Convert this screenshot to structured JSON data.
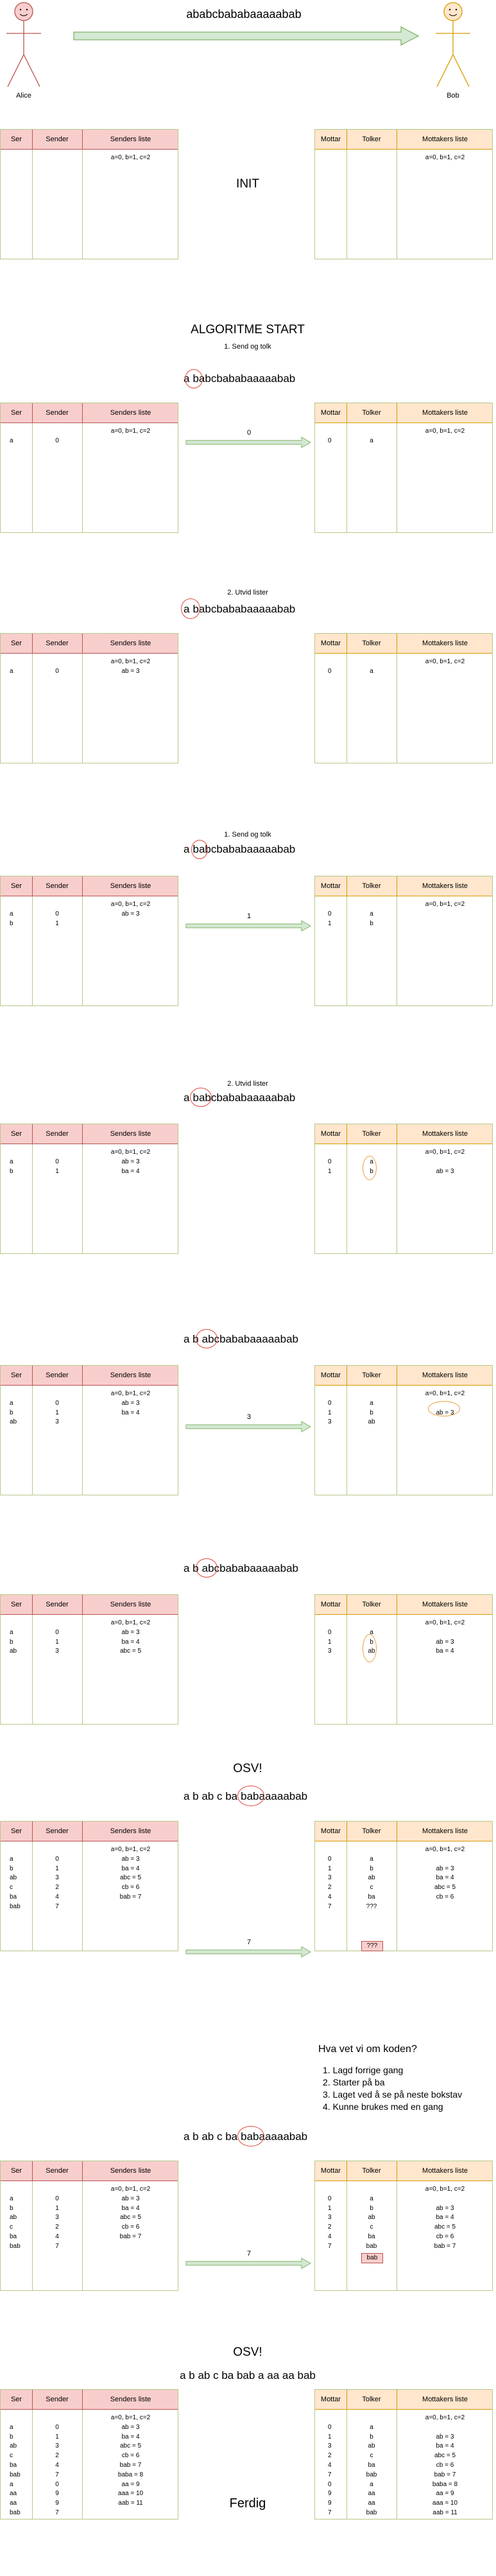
{
  "top": {
    "message": "ababcbababaaaaabab",
    "alice": "Alice",
    "bob": "Bob"
  },
  "headers": {
    "ser": "Ser",
    "sender": "Sender",
    "sliste": "Senders liste",
    "mottar": "Mottar",
    "tolker": "Tolker",
    "mliste": "Mottakers liste"
  },
  "init": {
    "label": "INIT",
    "sender_list": [
      "a=0, b=1, c=2"
    ],
    "receiver_list": [
      "a=0, b=1, c=2"
    ]
  },
  "alg": {
    "title": "ALGORITME START",
    "step": "1. Send og tolk"
  },
  "s1": {
    "msg_a": "a",
    "msg_b": "babcbababaaaaabab",
    "arrow": "0",
    "ser": [
      "a"
    ],
    "sender": [
      "0"
    ],
    "sl": [
      "a=0, b=1, c=2"
    ],
    "mottar": [
      "0"
    ],
    "tolker": [
      "a"
    ],
    "ml": [
      "a=0, b=1, c=2"
    ]
  },
  "s2": {
    "step": "2. Utvid lister",
    "msg_a": "a",
    "msg_b": "babcbababaaaaabab",
    "ser": [
      "a"
    ],
    "sender": [
      "0"
    ],
    "sl": [
      "a=0, b=1, c=2",
      "ab = 3"
    ],
    "mottar": [
      "0"
    ],
    "tolker": [
      "a"
    ],
    "ml": [
      "a=0, b=1, c=2"
    ]
  },
  "s3": {
    "step": "1. Send og tolk",
    "msg_a": "a",
    "msg_b": "b",
    "msg_c": "abcbababaaaaabab",
    "arrow": "1",
    "ser": [
      "a",
      "b"
    ],
    "sender": [
      "0",
      "1"
    ],
    "sl": [
      "a=0, b=1, c=2",
      "ab = 3"
    ],
    "mottar": [
      "0",
      "1"
    ],
    "tolker": [
      "a",
      "b"
    ],
    "ml": [
      "a=0, b=1, c=2"
    ]
  },
  "s4": {
    "step": "2. Utvid lister",
    "msg_a": "a",
    "msg_b": "b",
    "msg_c": "abcbababaaaaabab",
    "ser": [
      "a",
      "b"
    ],
    "sender": [
      "0",
      "1"
    ],
    "sl": [
      "a=0, b=1, c=2",
      "ab = 3",
      "ba = 4"
    ],
    "mottar": [
      "0",
      "1"
    ],
    "tolker": [
      "a",
      "b"
    ],
    "ml": [
      "a=0, b=1, c=2",
      "",
      "ab = 3"
    ]
  },
  "s5": {
    "msg_a": "a b",
    "msg_b": "ab",
    "msg_c": "cbababaaaaabab",
    "arrow": "3",
    "ser": [
      "a",
      "b",
      "ab"
    ],
    "sender": [
      "0",
      "1",
      "3"
    ],
    "sl": [
      "a=0, b=1, c=2",
      "ab = 3",
      "ba = 4"
    ],
    "mottar": [
      "0",
      "1",
      "3"
    ],
    "tolker": [
      "a",
      "b",
      "ab"
    ],
    "ml": [
      "a=0, b=1, c=2",
      "",
      "ab = 3"
    ]
  },
  "s6": {
    "msg_a": "a b",
    "msg_b": "ab",
    "msg_c": "cbababaaaaabab",
    "ser": [
      "a",
      "b",
      "ab"
    ],
    "sender": [
      "0",
      "1",
      "3"
    ],
    "sl": [
      "a=0, b=1, c=2",
      "ab = 3",
      "ba = 4",
      "abc = 5"
    ],
    "mottar": [
      "0",
      "1",
      "3"
    ],
    "tolker": [
      "a",
      "b",
      "ab"
    ],
    "ml": [
      "a=0, b=1, c=2",
      "",
      "ab = 3",
      "ba = 4"
    ]
  },
  "osv1": "OSV!",
  "s7": {
    "msg_a": "a b ab c ba",
    "msg_b": "bab",
    "msg_c": "aaaaabab",
    "arrow": "7",
    "ser": [
      "a",
      "b",
      "ab",
      "c",
      "ba",
      "bab"
    ],
    "sender": [
      "0",
      "1",
      "3",
      "2",
      "4",
      "7"
    ],
    "sl": [
      "a=0, b=1, c=2",
      "ab = 3",
      "ba = 4",
      "abc = 5",
      "cb = 6",
      "bab = 7"
    ],
    "mottar": [
      "0",
      "1",
      "3",
      "2",
      "4",
      "7"
    ],
    "tolker": [
      "a",
      "b",
      "ab",
      "c",
      "ba",
      "???"
    ],
    "ml": [
      "a=0, b=1, c=2",
      "",
      "ab = 3",
      "ba = 4",
      "abc = 5",
      "cb = 6"
    ]
  },
  "question": {
    "title": "Hva vet vi om koden?",
    "items": [
      "1. Lagd forrige gang",
      "2. Starter på ba",
      "3. Laget ved å se på neste bokstav",
      "4. Kunne brukes med en gang"
    ]
  },
  "s8": {
    "msg_a": "a b ab c ba",
    "msg_b": "bab",
    "msg_c": "aaaaabab",
    "arrow": "7",
    "ser": [
      "a",
      "b",
      "ab",
      "c",
      "ba",
      "bab"
    ],
    "sender": [
      "0",
      "1",
      "3",
      "2",
      "4",
      "7"
    ],
    "sl": [
      "a=0, b=1, c=2",
      "ab = 3",
      "ba = 4",
      "abc = 5",
      "cb = 6",
      "bab = 7"
    ],
    "mottar": [
      "0",
      "1",
      "3",
      "2",
      "4",
      "7"
    ],
    "tolker": [
      "a",
      "b",
      "ab",
      "c",
      "ba",
      "bab"
    ],
    "ml": [
      "a=0, b=1, c=2",
      "",
      "ab = 3",
      "ba = 4",
      "abc = 5",
      "cb = 6",
      "bab = 7"
    ]
  },
  "osv2": "OSV!",
  "final": {
    "msg": "a b ab c ba bab a aa aa bab",
    "done": "Ferdig",
    "ser": [
      "a",
      "b",
      "ab",
      "c",
      "ba",
      "bab",
      "a",
      "aa",
      "aa",
      "bab"
    ],
    "sender": [
      "0",
      "1",
      "3",
      "2",
      "4",
      "7",
      "0",
      "9",
      "9",
      "7"
    ],
    "sl": [
      "a=0, b=1, c=2",
      "ab = 3",
      "ba = 4",
      "abc = 5",
      "cb = 6",
      "bab = 7",
      "baba = 8",
      "aa = 9",
      "aaa = 10",
      "aab = 11"
    ],
    "mottar": [
      "0",
      "1",
      "3",
      "2",
      "4",
      "7",
      "0",
      "9",
      "9",
      "7"
    ],
    "tolker": [
      "a",
      "b",
      "ab",
      "c",
      "ba",
      "bab",
      "a",
      "aa",
      "aa",
      "bab"
    ],
    "ml": [
      "a=0, b=1, c=2",
      "",
      "ab = 3",
      "ba = 4",
      "abc = 5",
      "cb = 6",
      "bab = 7",
      "baba = 8",
      "aa = 9",
      "aaa = 10",
      "aab = 11"
    ]
  },
  "colors": {
    "sender_header": "#f8cecc",
    "receiver_header": "#ffe6cc",
    "arrow_fill": "#d5e8d4",
    "arrow_stroke": "#82b366",
    "ring": "#e0493e"
  }
}
